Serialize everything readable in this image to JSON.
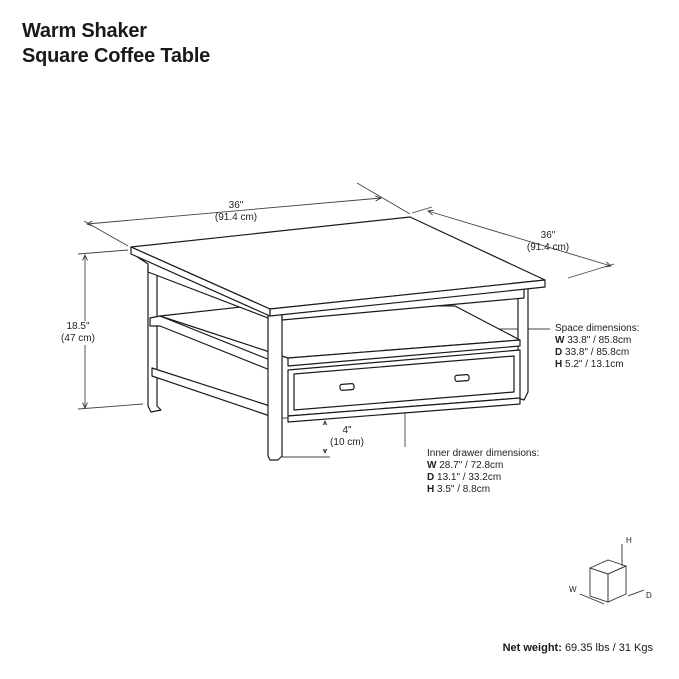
{
  "title": {
    "line1": "Warm Shaker",
    "line2": "Square Coffee Table"
  },
  "dimensions": {
    "width": {
      "imperial": "36\"",
      "metric": "(91.4 cm)"
    },
    "depth": {
      "imperial": "36\"",
      "metric": "(91.4 cm)"
    },
    "height": {
      "imperial": "18.5\"",
      "metric": "(47 cm)"
    },
    "clearance": {
      "imperial": "4\"",
      "metric": "(10 cm)"
    }
  },
  "space_dimensions": {
    "heading": "Space dimensions:",
    "w": {
      "key": "W",
      "value": "33.8\" / 85.8cm"
    },
    "d": {
      "key": "D",
      "value": "33.8\" / 85.8cm"
    },
    "h": {
      "key": "H",
      "value": "5.2\" / 13.1cm"
    }
  },
  "drawer_dimensions": {
    "heading": "Inner drawer dimensions:",
    "w": {
      "key": "W",
      "value": "28.7\" / 72.8cm"
    },
    "d": {
      "key": "D",
      "value": "13.1\" / 33.2cm"
    },
    "h": {
      "key": "H",
      "value": "3.5\" / 8.8cm"
    }
  },
  "axis_cube": {
    "h": "H",
    "w": "W",
    "d": "D"
  },
  "net_weight": {
    "label": "Net weight:",
    "value": "69.35 lbs / 31 Kgs"
  }
}
